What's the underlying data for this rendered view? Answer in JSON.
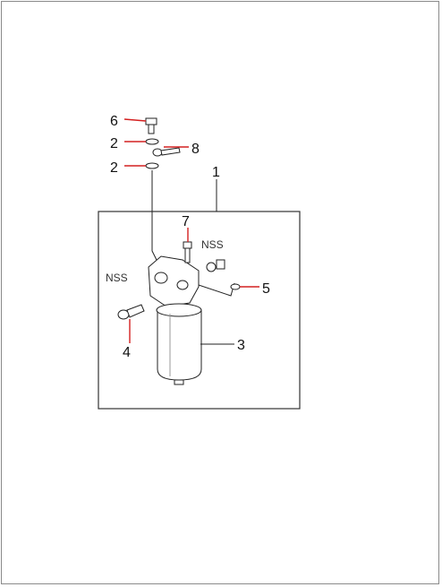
{
  "callouts": {
    "c6": "6",
    "c2a": "2",
    "c8": "8",
    "c2b": "2",
    "c1": "1",
    "c7": "7",
    "nss_right": "NSS",
    "nss_left": "NSS",
    "c5": "5",
    "c4": "4",
    "c3": "3"
  },
  "colors": {
    "leader": "#d42020",
    "line": "#222222",
    "frame": "#8a8a8a"
  }
}
